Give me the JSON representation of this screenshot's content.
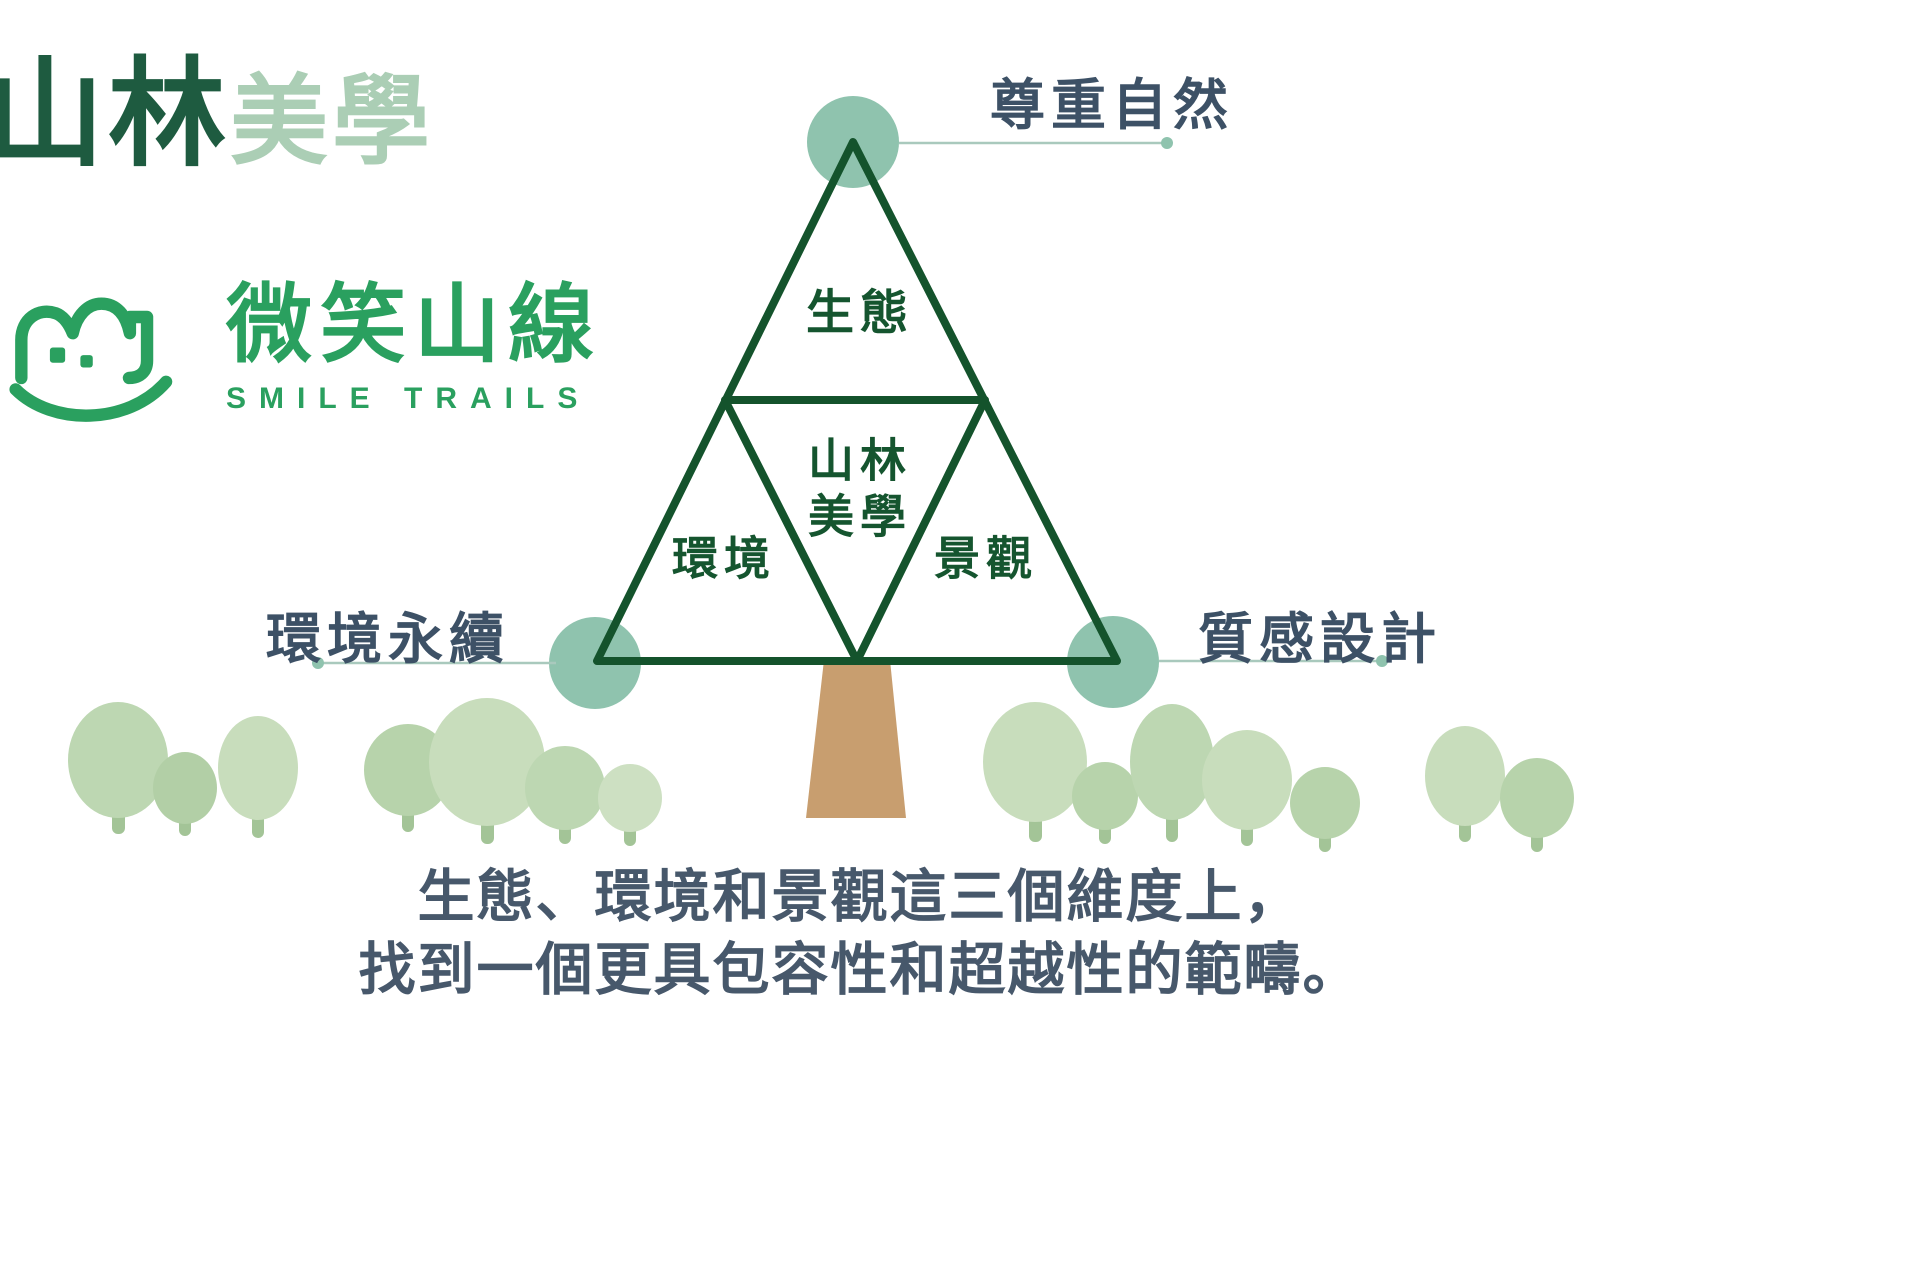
{
  "title": {
    "primary": "山林",
    "secondary": "美學"
  },
  "logo": {
    "name": "微笑山線",
    "subtitle": "SMILE TRAILS"
  },
  "pyramid": {
    "top_label": "生態",
    "center_label_line1": "山林",
    "center_label_line2": "美學",
    "left_label": "環境",
    "right_label": "景觀"
  },
  "callouts": {
    "top": "尊重自然",
    "left": "環境永續",
    "right": "質感設計"
  },
  "caption": {
    "line1": "生態、環境和景觀這三個維度上，",
    "line2": "找到一個更具包容性和超越性的範疇。"
  },
  "colors": {
    "triangle_stroke": "#14532c",
    "vertex_circle": "#8fc3ae",
    "callout_line": "#a9c9bd",
    "title_primary": "#1e5b40",
    "title_secondary": "#abceb5",
    "logo_green": "#2aa05f",
    "label_text": "#3d5166",
    "caption_text": "#47586b",
    "trunk": "#c89e6f",
    "tree_fill_light": "#c8ddbc",
    "tree_fill_mid": "#bdd7b2",
    "tree_fill_dark": "#b2cfa6",
    "tree_stem": "#a3c497"
  }
}
